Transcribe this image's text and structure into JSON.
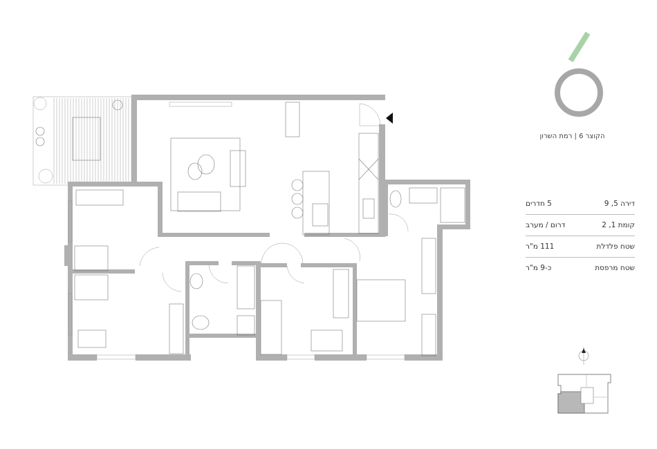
{
  "project": {
    "address": "הקוצר 6 | רמת השרון",
    "logo_colors": {
      "ring": "#a6a8a8",
      "accent": "#a9d2a6"
    }
  },
  "specs": [
    {
      "label": "דירה 5, 9",
      "value": "5 חדרים"
    },
    {
      "label": "קומת 1, 2",
      "value": "דרום / מערב"
    },
    {
      "label": "שטח פלדלת",
      "value": "111 מ\"ר"
    },
    {
      "label": "שטח מרפסת",
      "value": "כ-9 מ\"ר"
    }
  ],
  "colors": {
    "walls": "#b0b0b0",
    "keyplan_highlight": "#b8b8b8"
  },
  "icons": {
    "entrance": "entrance-arrow-icon",
    "compass": "north-compass-icon"
  }
}
